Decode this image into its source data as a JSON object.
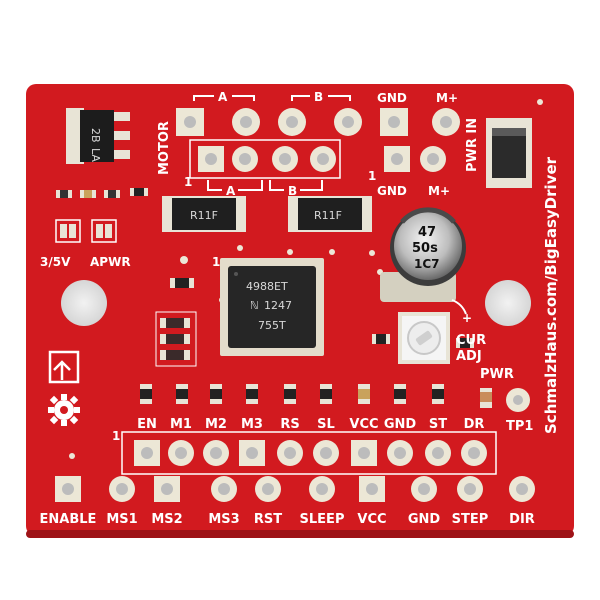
{
  "board": {
    "url_text": "SchmalzHaus.com/BigEasyDriver",
    "chip_line1": "4988ET",
    "chip_line2": "1247",
    "chip_line3": "755T",
    "resistor_left": "R11F",
    "resistor_right": "R11F",
    "cap_line1": "47",
    "cap_line2": "50s",
    "cap_line3": "1C7",
    "reg_line1": "2B",
    "reg_line2": "LA",
    "colors": {
      "pcb": "#d21a1f",
      "silkscreen": "#ffffff",
      "pad": "#e6e0cc",
      "chip": "#2a2a2a"
    }
  },
  "labels": {
    "motor": "MOTOR",
    "a_top": "A",
    "b_top": "B",
    "gnd_top": "GND",
    "mplus_top": "M+",
    "pwr_in": "PWR IN",
    "one_left": "1",
    "a_bottom": "A",
    "b_bottom": "B",
    "one_right": "1",
    "gnd_bottom": "GND",
    "mplus_bottom": "M+",
    "v35": "3/5V",
    "apwr": "APWR",
    "one_chip": "1",
    "cur_adj_1": "CUR",
    "cur_adj_2": "ADJ",
    "pwr": "PWR",
    "tp1": "TP1",
    "one_header": "1"
  },
  "header_top": [
    "EN",
    "M1",
    "M2",
    "M3",
    "RS",
    "SL",
    "VCC",
    "GND",
    "ST",
    "DR"
  ],
  "header_bottom": [
    "ENABLE",
    "MS1",
    "MS2",
    "MS3",
    "RST",
    "SLEEP",
    "VCC",
    "GND",
    "STEP",
    "DIR"
  ]
}
